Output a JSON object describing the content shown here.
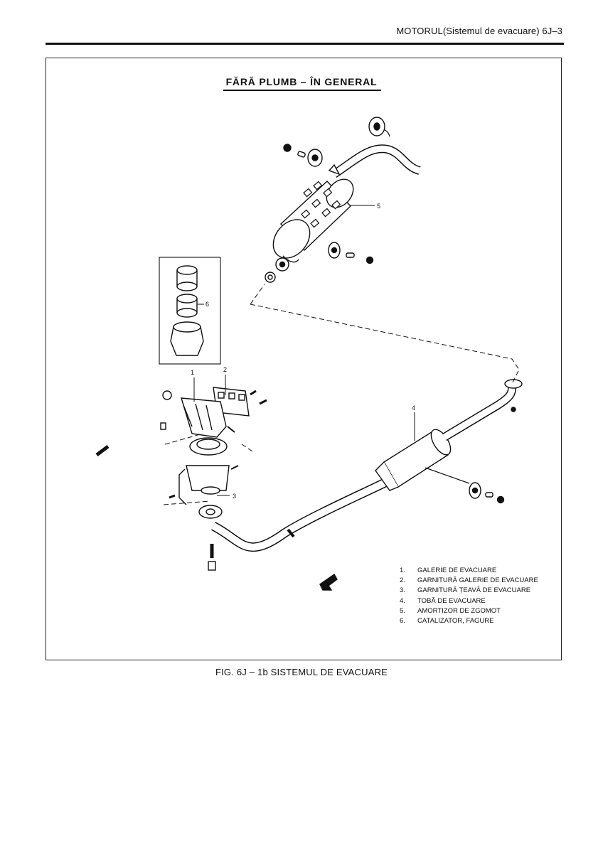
{
  "header": {
    "running_title": "MOTORUL(Sistemul de evacuare)  6J–3"
  },
  "figure": {
    "title": "FĂRĂ PLUMB – ÎN GENERAL",
    "callouts": [
      "1",
      "2",
      "3",
      "4",
      "5",
      "6"
    ],
    "legend": [
      {
        "num": "1.",
        "label": "GALERIE DE EVACUARE"
      },
      {
        "num": "2.",
        "label": "GARNITURĂ GALERIE DE EVACUARE"
      },
      {
        "num": "3.",
        "label": "GARNITURĂ ȚEAVĂ DE EVACUARE"
      },
      {
        "num": "4.",
        "label": "TOBĂ DE EVACUARE"
      },
      {
        "num": "5.",
        "label": "AMORTIZOR DE ZGOMOT"
      },
      {
        "num": "6.",
        "label": "CATALIZATOR, FAGURE"
      }
    ],
    "caption": "FIG. 6J – 1b  SISTEMUL DE EVACUARE"
  }
}
